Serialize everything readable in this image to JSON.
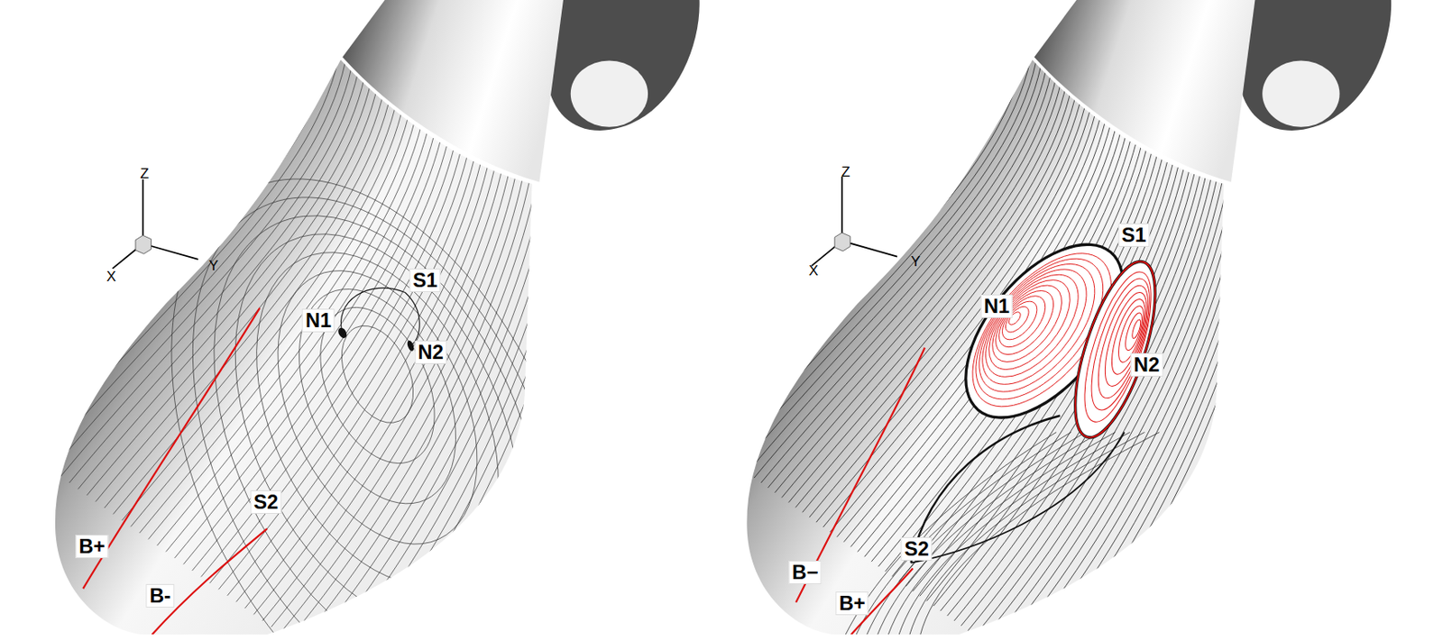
{
  "diagram": {
    "labels": [
      "Z",
      "Y",
      "X",
      "N1",
      "S1",
      "N2",
      "S2",
      "B+",
      "B-",
      "Z",
      "Y",
      "X",
      "S1",
      "N1",
      "N2",
      "S2",
      "B−",
      "B+"
    ]
  }
}
